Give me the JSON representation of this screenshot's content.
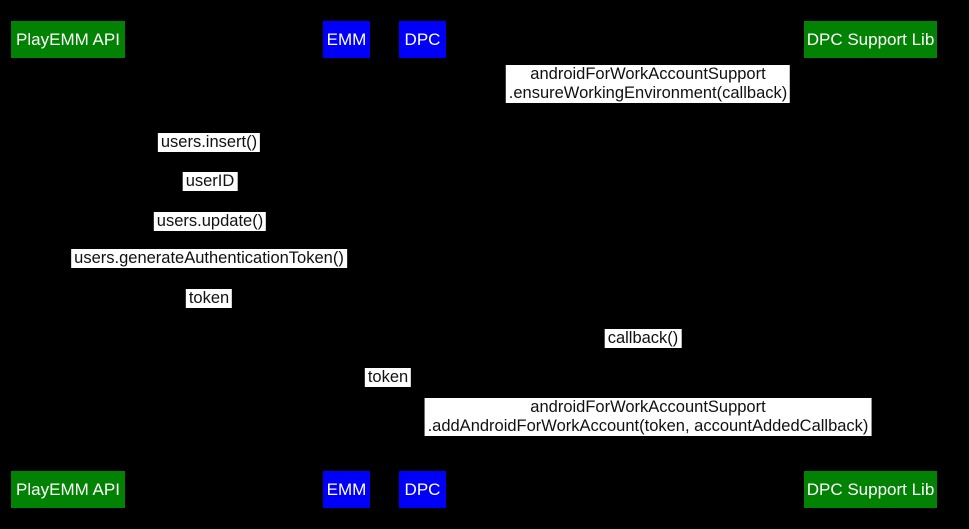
{
  "diagram": {
    "type": "sequence-diagram",
    "background_color": "#000000",
    "actor_colors": {
      "api": "#028202",
      "component": "#0000fa"
    },
    "label_style": {
      "background": "#ffffff",
      "text": "#111111"
    },
    "actors": [
      {
        "id": "playemm-api",
        "label": "PlayEMM API",
        "color": "#028202"
      },
      {
        "id": "emm",
        "label": "EMM",
        "color": "#0000fa"
      },
      {
        "id": "dpc",
        "label": "DPC",
        "color": "#0000fa"
      },
      {
        "id": "dpc-support-lib",
        "label": "DPC Support Lib",
        "color": "#028202"
      }
    ],
    "messages": [
      {
        "lines": [
          "androidForWorkAccountSupport",
          ".ensureWorkingEnvironment(callback)"
        ]
      },
      {
        "lines": [
          "users.insert()"
        ]
      },
      {
        "lines": [
          "userID"
        ]
      },
      {
        "lines": [
          "users.update()"
        ]
      },
      {
        "lines": [
          "users.generateAuthenticationToken()"
        ]
      },
      {
        "lines": [
          "token"
        ]
      },
      {
        "lines": [
          "callback()"
        ]
      },
      {
        "lines": [
          "token"
        ]
      },
      {
        "lines": [
          "androidForWorkAccountSupport",
          ".addAndroidForWorkAccount(token, accountAddedCallback)"
        ]
      }
    ]
  }
}
